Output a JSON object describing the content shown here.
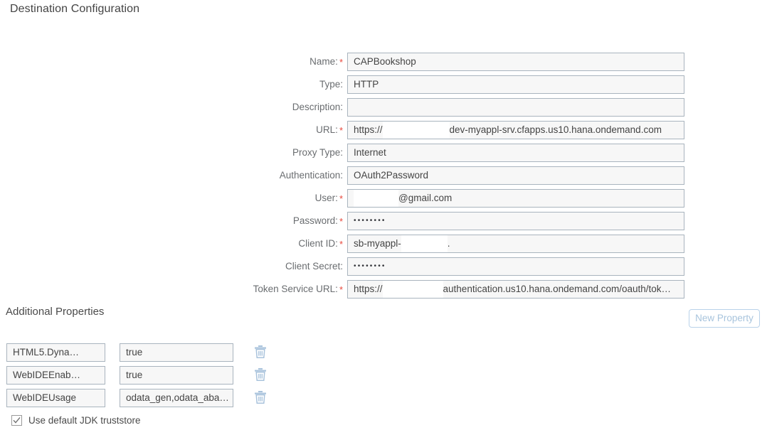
{
  "page": {
    "title": "Destination Configuration"
  },
  "form": {
    "fields": [
      {
        "label": "Name:",
        "required": true,
        "value": "CAPBookshop",
        "type": "text"
      },
      {
        "label": "Type:",
        "required": false,
        "value": "HTTP",
        "type": "text"
      },
      {
        "label": "Description:",
        "required": false,
        "value": "",
        "type": "text"
      },
      {
        "label": "URL:",
        "required": true,
        "value": "https://",
        "redact_after": 94,
        "value_tail": "dev-myappl-srv.cfapps.us10.hana.ondemand.com",
        "type": "redacted"
      },
      {
        "label": "Proxy Type:",
        "required": false,
        "value": "Internet",
        "type": "text"
      },
      {
        "label": "Authentication:",
        "required": false,
        "value": "OAuth2Password",
        "type": "text"
      },
      {
        "label": "User:",
        "required": true,
        "value": "",
        "redact_after": 63,
        "value_tail": "@gmail.com",
        "type": "redacted"
      },
      {
        "label": "Password:",
        "required": true,
        "value": "••••••••",
        "type": "password"
      },
      {
        "label": "Client ID:",
        "required": true,
        "value": "sb-myappl-",
        "redact_after": 65,
        "value_tail": ".",
        "type": "redacted"
      },
      {
        "label": "Client Secret:",
        "required": false,
        "value": "••••••••",
        "type": "password"
      },
      {
        "label": "Token Service URL:",
        "required": true,
        "value": "https://",
        "redact_after": 85,
        "value_tail": "authentication.us10.hana.ondemand.com/oauth/tok…",
        "type": "redacted"
      }
    ]
  },
  "additional_properties": {
    "section_title": "Additional Properties",
    "new_property_label": "New Property",
    "delete_icon": "trash-icon",
    "rows": [
      {
        "key": "HTML5.Dyna…",
        "value": "true"
      },
      {
        "key": "WebIDEEnab…",
        "value": "true"
      },
      {
        "key": "WebIDEUsage",
        "value": "odata_gen,odata_aba…"
      }
    ]
  },
  "truststore": {
    "label": "Use default JDK truststore",
    "checked": true,
    "check_icon": "checkmark-icon"
  },
  "colors": {
    "required_star": "#e8483c",
    "field_border": "#a9b4be",
    "field_bg": "#f7f7f7",
    "label_text": "#6a6d70",
    "button_border": "#b9d2ea",
    "button_text": "#a8c4dd",
    "trash_icon": "#a9c3dc"
  }
}
